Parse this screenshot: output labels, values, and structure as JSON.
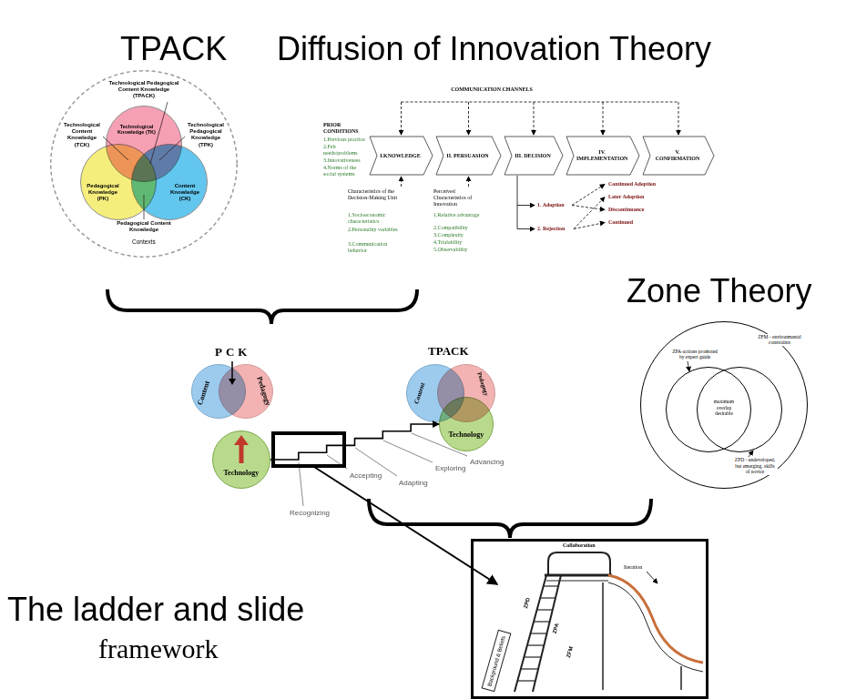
{
  "diagram": {
    "nodes": [
      {
        "text": [
          "Contexts"
        ]
      },
      {
        "text": [
          "Technological Knowledge (TK)"
        ],
        "in": 0
      },
      {
        "text": [
          "Pedagogical Knowledge (PK)"
        ],
        "in": 0
      },
      {
        "text": [
          "Content Knowledge (CK)"
        ],
        "in": 0
      },
      {
        "text": [
          "I.KNOWLEDGE"
        ]
      },
      {
        "text": [
          "II. PERSUASION"
        ]
      },
      {
        "text": [
          "III. DECISION"
        ]
      },
      {
        "text": [
          "IV. IMPLEMENTATION"
        ]
      },
      {
        "text": [
          "V. CONFIRMATION"
        ]
      },
      {
        "text": [
          "Content"
        ]
      },
      {
        "text": [
          "Pedagogy"
        ]
      },
      {
        "text": [
          "Technology"
        ]
      },
      {
        "text": [
          "Content"
        ]
      },
      {
        "text": [
          "Pedagogy"
        ]
      },
      {
        "text": [
          "Technology"
        ]
      },
      {
        "text": [
          "ZFM - environmental constraints"
        ]
      },
      {
        "text": [
          "ZPA-actions promoted by expert guide"
        ],
        "in": 15
      },
      {
        "text": [
          "ZPD - undeveloped, but emerging, skills of novice"
        ],
        "in": 15
      },
      {
        "text": [
          "Collaboration",
          "Iteration",
          "ZPD",
          "ZPA",
          "ZFM",
          "Background & Beliefs"
        ]
      }
    ],
    "edges": [
      {
        "from": 11,
        "to": 14,
        "arrow": "to"
      }
    ],
    "labels": [
      "TPACK",
      "Diffusion of Innovation Theory",
      "Technological Pedagogical Content Knowledge (TPACK)",
      "Technological Content Knowledge (TCK)",
      "Technological Pedagogical Knowledge (TPK)",
      "Pedagogical Content Knowledge",
      "COMMUNICATION CHANNELS",
      "PRIOR CONDITIONS",
      "1.Previous practice",
      "2.Felt needs/problems",
      "3.Innovativeness",
      "4.Norms of the social systems",
      "Characteristics of the Decision-Making Unit",
      "1.Socioeconomic characteristics",
      "2.Personality variables",
      "3.Communication behavior",
      "Perceived Characteristics of Innovation",
      "1.Relative advantage",
      "2.Compatibility",
      "3.Complexity",
      "4.Trialability",
      "5.Observability",
      "1. Adoption",
      "2. Rejection",
      "Continued Adoption",
      "Later Adoption",
      "Discontinuance",
      "Continued",
      "Zone Theory",
      "PCK",
      "TPACK",
      "Recognizing",
      "Accepting",
      "Adapting",
      "Exploring",
      "Advancing",
      "maximum overlap desirable",
      "The ladder and slide",
      "framework"
    ]
  }
}
